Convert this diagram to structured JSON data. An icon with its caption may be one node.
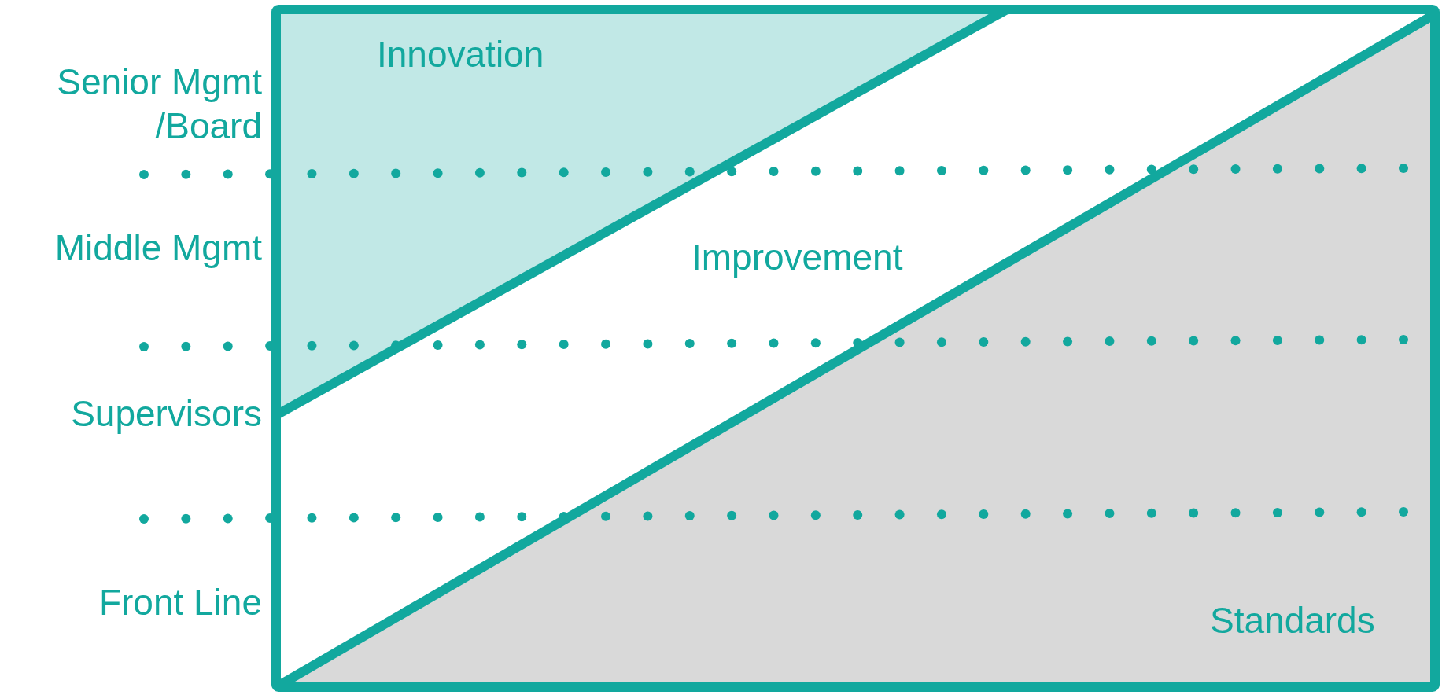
{
  "diagram": {
    "nodes": [
      {
        "text": [
          "Innovation"
        ]
      },
      {
        "text": [
          "Improvement"
        ]
      },
      {
        "text": [
          "Standards"
        ]
      }
    ],
    "edges": [],
    "labels": [
      "Senior Mgmt /Board",
      "Middle Mgmt",
      "Supervisors",
      "Front Line"
    ]
  }
}
